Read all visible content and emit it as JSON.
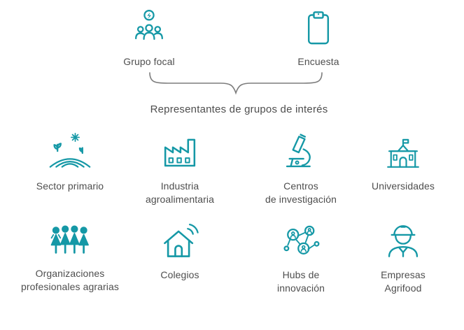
{
  "colors": {
    "accent": "#1598a6",
    "text": "#4e4e4e",
    "brace": "#7d7d7d"
  },
  "methods": {
    "items": [
      {
        "label": "Grupo focal",
        "icon": "focus-group-icon"
      },
      {
        "label": "Encuesta",
        "icon": "survey-clipboard-icon"
      }
    ],
    "brace_caption": "Representantes de grupos de interés"
  },
  "stakeholders": {
    "items": [
      {
        "label": "Sector primario",
        "icon": "farm-field-icon"
      },
      {
        "label": "Industria\nagroalimentaria",
        "icon": "factory-icon"
      },
      {
        "label": "Centros\nde investigación",
        "icon": "microscope-icon"
      },
      {
        "label": "Universidades",
        "icon": "university-building-icon"
      },
      {
        "label": "Organizaciones\nprofesionales agrarias",
        "icon": "people-group-icon"
      },
      {
        "label": "Colegios",
        "icon": "school-house-icon"
      },
      {
        "label": "Hubs de\ninnovación",
        "icon": "network-nodes-icon"
      },
      {
        "label": "Empresas\nAgrifood",
        "icon": "worker-helmet-icon"
      }
    ]
  }
}
